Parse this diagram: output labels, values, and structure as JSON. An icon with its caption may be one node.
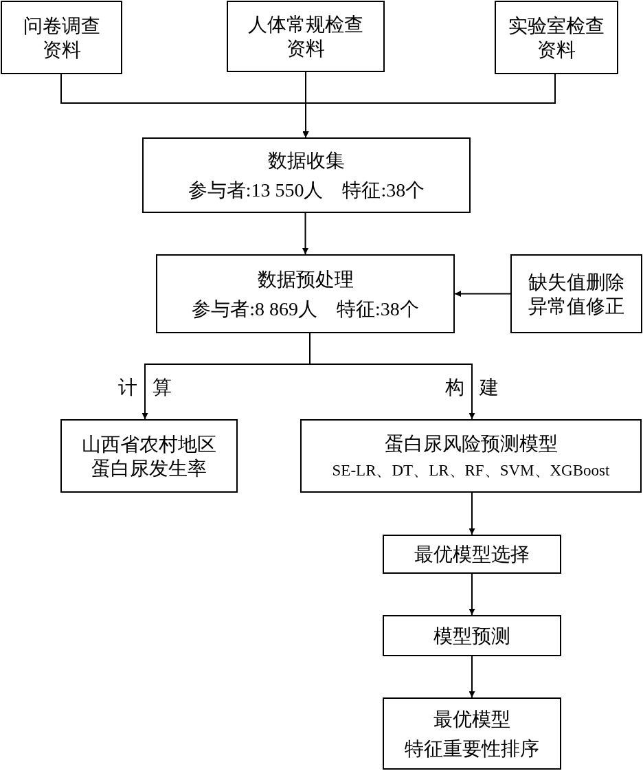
{
  "diagram": {
    "nodes": [
      {
        "text": [
          "问卷调查资料"
        ]
      },
      {
        "text": [
          "人体常规检查资料"
        ]
      },
      {
        "text": [
          "实验室检查资料"
        ]
      },
      {
        "text": [
          "数据收集",
          "参与者:13 550人　特征:38个"
        ]
      },
      {
        "text": [
          "数据预处理",
          "参与者:8 869人　特征:38个"
        ]
      },
      {
        "text": [
          "缺失值删除异常值修正"
        ]
      },
      {
        "text": [
          "山西省农村地区蛋白尿发生率"
        ]
      },
      {
        "text": [
          "蛋白尿风险预测模型",
          "SE-LR、DT、LR、RF、SVM、XGBoost"
        ]
      },
      {
        "text": [
          "最优模型选择"
        ]
      },
      {
        "text": [
          "模型预测"
        ]
      },
      {
        "text": [
          "最优模型",
          "特征重要性排序"
        ]
      }
    ],
    "edges": [
      {
        "from": 0,
        "to": 3,
        "arrow": "to"
      },
      {
        "from": 1,
        "to": 3,
        "arrow": "to"
      },
      {
        "from": 2,
        "to": 3,
        "arrow": "to"
      },
      {
        "from": 3,
        "to": 4,
        "arrow": "to"
      },
      {
        "from": 5,
        "to": 4,
        "arrow": "to"
      },
      {
        "from": 4,
        "to": 6,
        "arrow": "to",
        "label": "计算"
      },
      {
        "from": 4,
        "to": 7,
        "arrow": "to",
        "label": "构建"
      },
      {
        "from": 7,
        "to": 8,
        "arrow": "to"
      },
      {
        "from": 8,
        "to": 9,
        "arrow": "to"
      },
      {
        "from": 9,
        "to": 10,
        "arrow": "to"
      }
    ]
  }
}
